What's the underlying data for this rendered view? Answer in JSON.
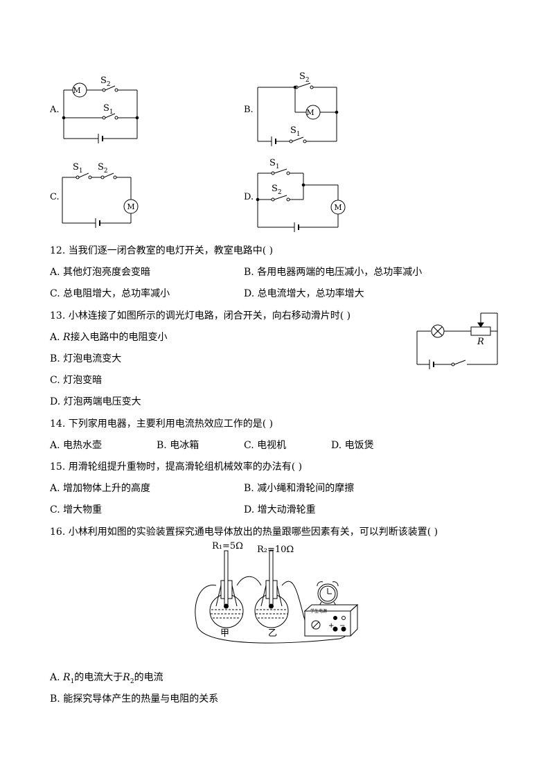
{
  "circuits": {
    "A": {
      "letter": "A.",
      "motor": "M",
      "s1": "S",
      "s1_sub": "1",
      "s2": "S",
      "s2_sub": "2"
    },
    "B": {
      "letter": "B.",
      "motor": "M",
      "s1": "S",
      "s1_sub": "1",
      "s2": "S",
      "s2_sub": "2"
    },
    "C": {
      "letter": "C.",
      "motor": "M",
      "s1": "S",
      "s1_sub": "1",
      "s2": "S",
      "s2_sub": "2"
    },
    "D": {
      "letter": "D.",
      "motor": "M",
      "s1": "S",
      "s1_sub": "1",
      "s2": "S",
      "s2_sub": "2"
    }
  },
  "q12": {
    "stem": "12. 当我们逐一闭合教室的电灯开关，教室电路中(    )",
    "A": "A. 其他灯泡亮度会变暗",
    "B": "B. 各用电器两端的电压减小，总功率减小",
    "C": "C. 总电阻增大，总功率减小",
    "D": "D. 总电流增大，总功率增大"
  },
  "q13": {
    "stem": "13. 小林连接了如图所示的调光灯电路，闭合开关，向右移动滑片时(    )",
    "A_pre": "A. ",
    "A_R": "R",
    "A_post": "接入电路中的电阻变小",
    "B": "B. 灯泡电流变大",
    "C": "C. 灯泡变暗",
    "D": "D. 灯泡两端电压变大",
    "fig_R": "R"
  },
  "q14": {
    "stem": "14. 下列家用电器，主要利用电流热效应工作的是(    )",
    "A": "A. 电热水壶",
    "B": "B. 电冰箱",
    "C": "C. 电视机",
    "D": "D. 电饭煲"
  },
  "q15": {
    "stem": "15. 用滑轮组提升重物时，提高滑轮组机械效率的办法有(    )",
    "A": "A. 增加物体上升的高度",
    "B": "B. 减小绳和滑轮间的摩擦",
    "C": "C. 增大物重",
    "D": "D. 增大动滑轮重"
  },
  "q16": {
    "stem": "16. 小林利用如图的实验装置探究通电导体放出的热量跟哪些因素有关，可以判断该装置(    )",
    "r1": "R₁=5Ω",
    "r2": "R₂=10Ω",
    "jia": "甲",
    "yi": "乙",
    "power": "学生电源",
    "A_pre": "A. ",
    "A_R1": "R",
    "A_R1_sub": "1",
    "A_mid": "的电流大于",
    "A_R2": "R",
    "A_R2_sub": "2",
    "A_post": "的电流",
    "B": "B. 能探究导体产生的热量与电阻的关系"
  }
}
